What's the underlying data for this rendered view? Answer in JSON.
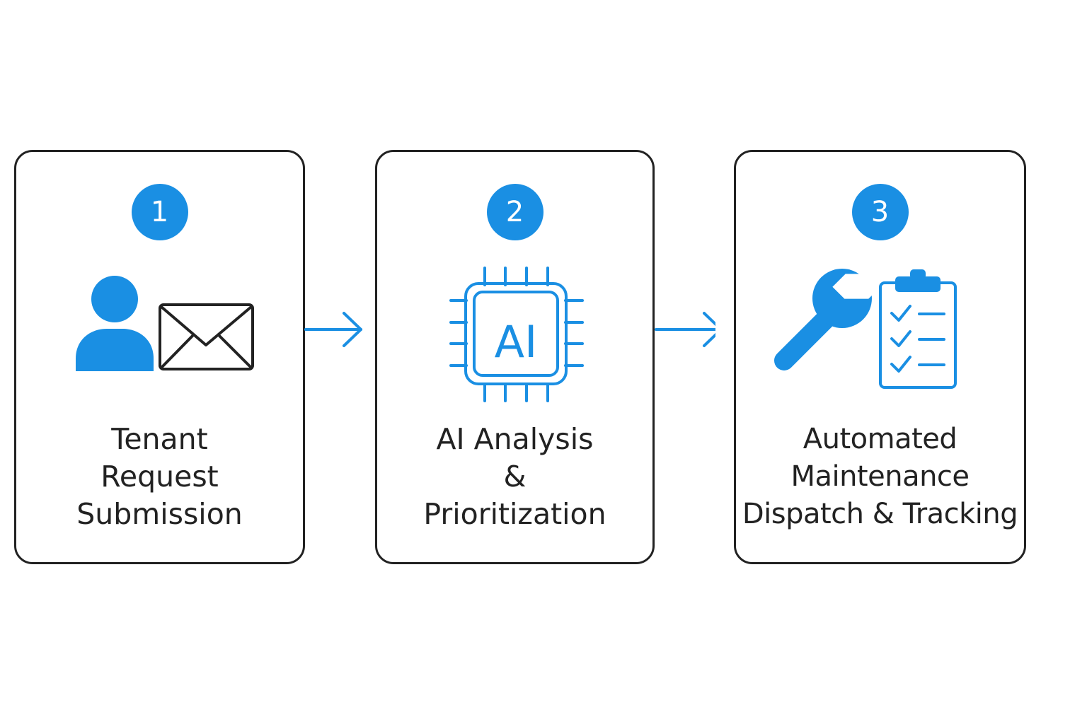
{
  "colors": {
    "accent": "#1a8fe3",
    "border": "#222222",
    "text": "#222222",
    "background": "#ffffff"
  },
  "steps": [
    {
      "number": "1",
      "icon": "user-envelope-icon",
      "label_lines": [
        "Tenant",
        "Request",
        "Submission"
      ]
    },
    {
      "number": "2",
      "icon": "ai-chip-icon",
      "icon_text": "AI",
      "label_lines": [
        "AI Analysis",
        "&",
        "Prioritization"
      ]
    },
    {
      "number": "3",
      "icon": "wrench-clipboard-icon",
      "label_lines": [
        "Automated",
        "Maintenance",
        "Dispatch & Tracking"
      ]
    }
  ],
  "arrows": [
    {
      "from": "1",
      "to": "2",
      "icon": "arrow-right-icon"
    },
    {
      "from": "2",
      "to": "3",
      "icon": "arrow-right-icon"
    }
  ]
}
